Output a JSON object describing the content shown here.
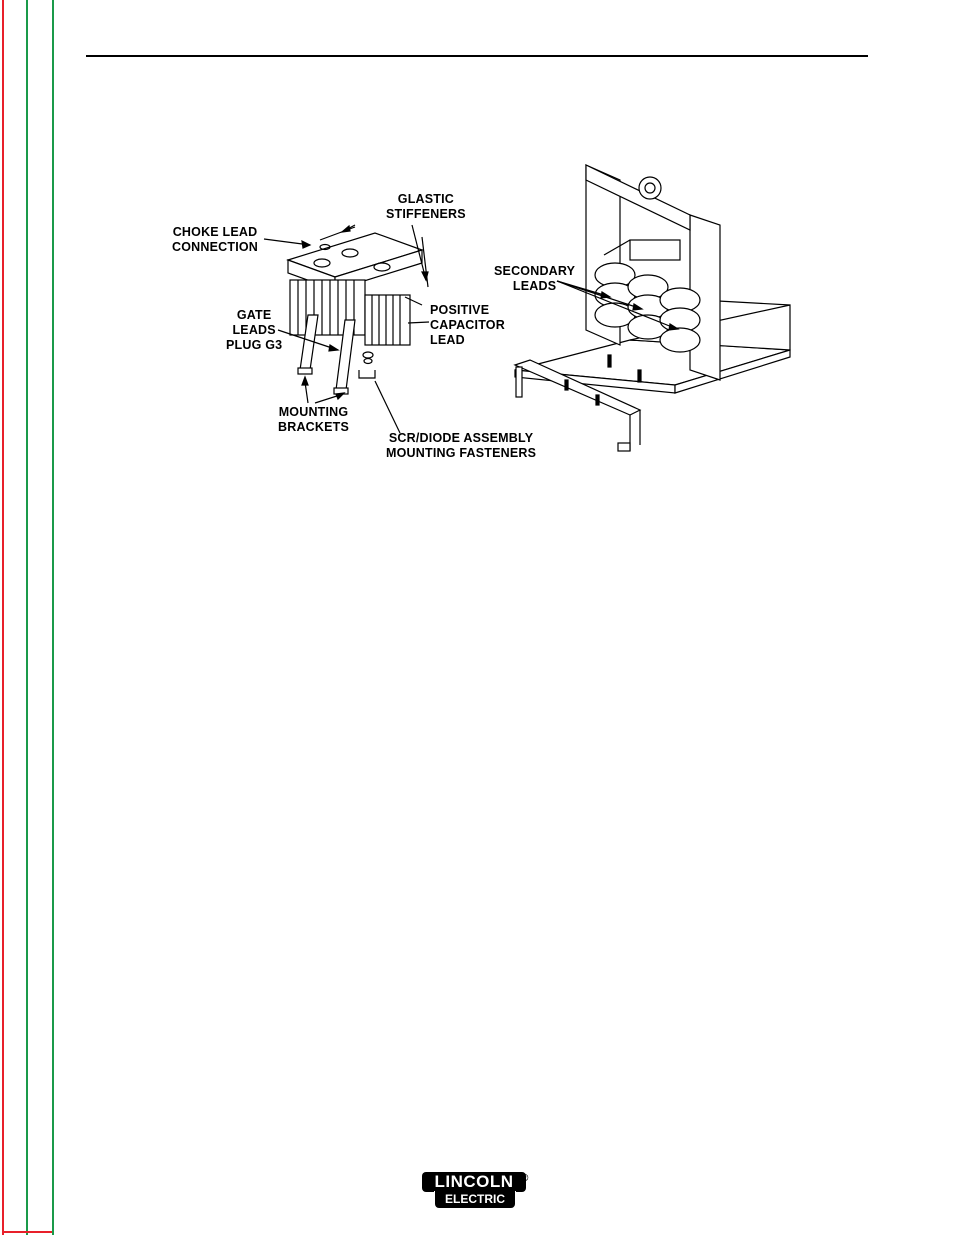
{
  "page": {
    "colors": {
      "left_bar_red": "#e8202a",
      "left_bar_green": "#1a9a4a",
      "rule": "#000000"
    }
  },
  "figure": {
    "labels": {
      "choke_lead": "CHOKE  LEAD\nCONNECTION",
      "glastic": "GLASTIC\nSTIFFENERS",
      "gate_leads": "GATE\nLEADS\nPLUG G3",
      "positive_cap": "POSITIVE\nCAPACITOR\nLEAD",
      "mounting_brackets": "MOUNTING\nBRACKETS",
      "scr_diode": "SCR/DIODE ASSEMBLY\nMOUNTING FASTENERS",
      "secondary_leads": "SECONDARY\nLEADS"
    },
    "icons": [
      "scr-diode-assembly-drawing",
      "transformer-base-drawing"
    ]
  },
  "footer": {
    "logo": {
      "top": "LINCOLN",
      "bottom": "ELECTRIC",
      "reg": "®"
    }
  }
}
